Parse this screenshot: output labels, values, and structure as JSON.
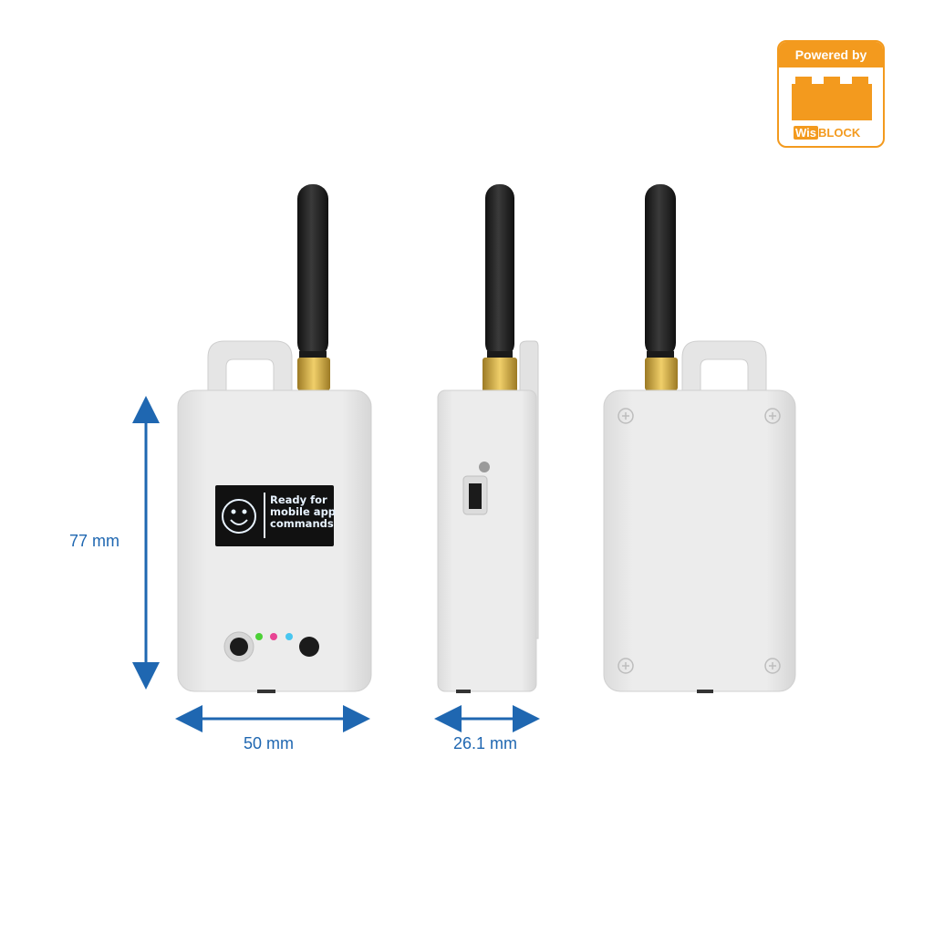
{
  "badge": {
    "header": "Powered by",
    "wordmark_prefix": "Wis",
    "wordmark_suffix": "BLOCK"
  },
  "screen": {
    "line1": "Ready for",
    "line2": "mobile app",
    "line3": "commands"
  },
  "dimensions": {
    "height": "77 mm",
    "width": "50 mm",
    "depth": "26.1 mm"
  },
  "colors": {
    "dimension_blue": "#1f67b1",
    "badge_orange": "#f39a1e",
    "enclosure": "#e6e6e6",
    "antenna": "#222222",
    "connector_gold": "#c9a03a",
    "led_green": "#4cd137",
    "led_pink": "#e84393",
    "led_blue": "#48c6f0"
  },
  "icons": [
    "smiley-icon",
    "power-button-icon",
    "user-button-icon",
    "slide-switch-icon",
    "screw-icon"
  ]
}
